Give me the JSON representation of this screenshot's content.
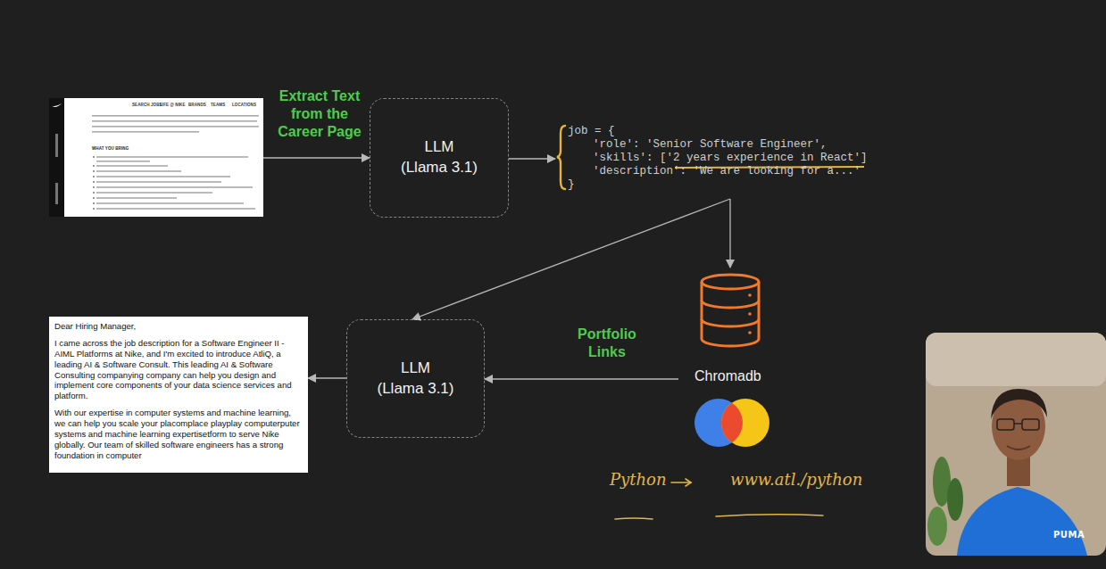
{
  "diagram": {
    "nodes": [
      {
        "text": [
          "SEARCH JOBS",
          "LIFE @ NIKE",
          "BRANDS",
          "TEAMS",
          "LOCATIONS",
          "WHAT YOU BRING"
        ]
      },
      {
        "text": [
          "LLM",
          "(Llama 3.1)"
        ]
      },
      {
        "text": [
          "job = {",
          "'role': 'Senior Software Engineer',",
          "'skills': ['2 years experience in React']",
          "'description': 'We are looking for a...'",
          "}"
        ]
      },
      {
        "text": [
          "Chromadb"
        ]
      },
      {
        "text": [
          "LLM",
          "(Llama 3.1)"
        ]
      },
      {
        "text": [
          "Dear Hiring Manager,",
          "I came across the job description for a Software Engineer II - AIML Platforms at Nike, and I'm excited to introduce AtliQ, a leading AI & Software Consult. This leading AI & Software Consulting companying company can help you design and implement core components of your data science services and platform.",
          "With our expertise in computer systems and machine learning, we can help you scale your placomplace playplay computerputer systems and machine learning expertisetform to serve Nike globally. Our team of skilled software engineers has a strong foundation in computer"
        ]
      }
    ],
    "edges": [
      {
        "from": 0,
        "to": 1,
        "arrow": "to",
        "label": "Extract Text from the Career Page"
      },
      {
        "from": 1,
        "to": 2,
        "arrow": "to"
      },
      {
        "from": 2,
        "to": 3,
        "arrow": "to"
      },
      {
        "from": 2,
        "to": 4,
        "arrow": "to"
      },
      {
        "from": 3,
        "to": 4,
        "arrow": "to",
        "label": "Portfolio Links"
      },
      {
        "from": 4,
        "to": 5,
        "arrow": "to"
      }
    ],
    "labels": [
      "Python",
      "www.atl./python",
      "PUMA"
    ]
  }
}
